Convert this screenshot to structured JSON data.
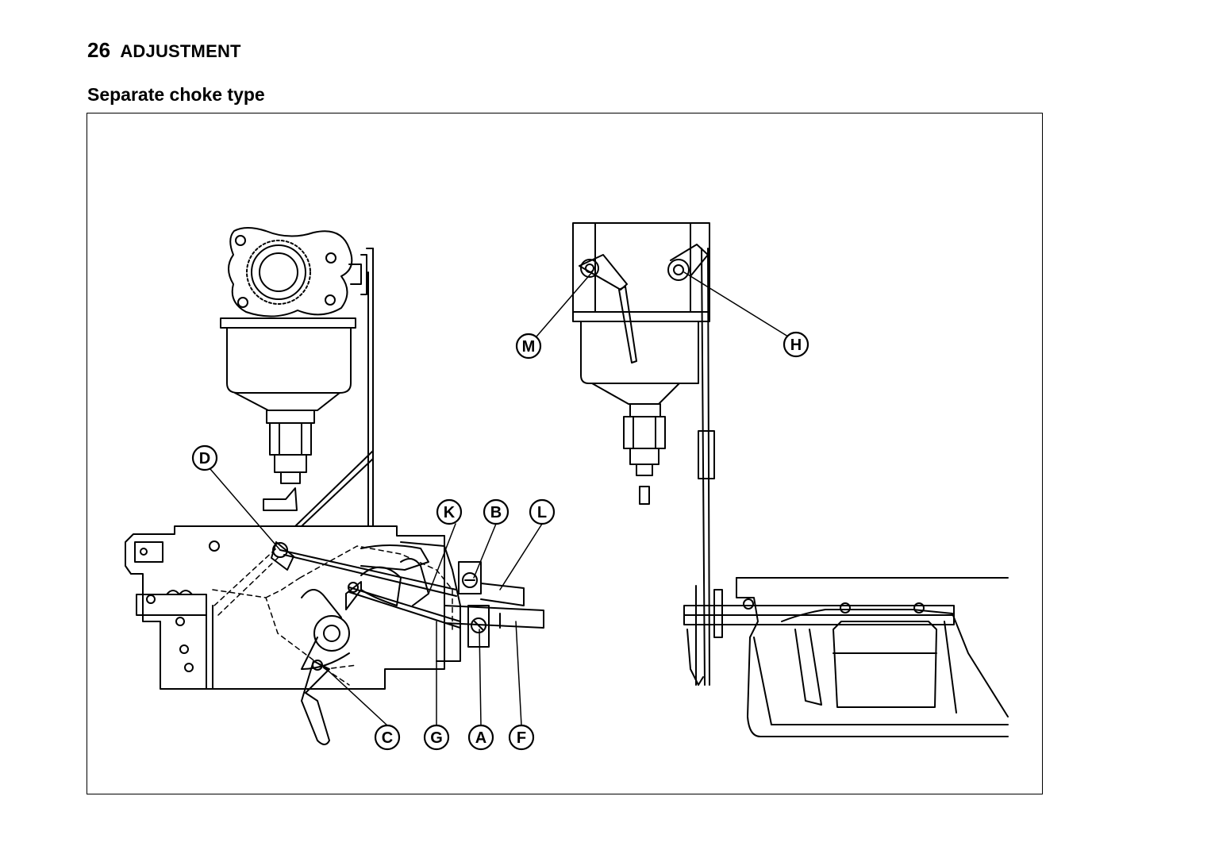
{
  "header": {
    "page_number": "26",
    "section": "ADJUSTMENT"
  },
  "subtitle": "Separate choke type",
  "callouts": {
    "A": "A",
    "B": "B",
    "C": "C",
    "D": "D",
    "F": "F",
    "G": "G",
    "H": "H",
    "K": "K",
    "L": "L",
    "M": "M"
  }
}
